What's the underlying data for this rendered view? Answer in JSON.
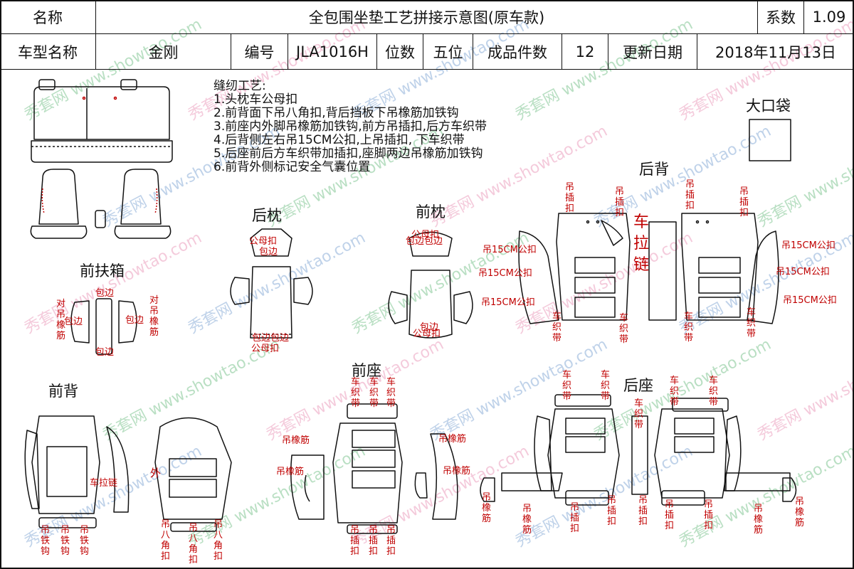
{
  "header": {
    "name_label": "名称",
    "doc_title": "全包围坐垫工艺拼接示意图(原车款)",
    "coef_label": "系数",
    "coef_value": "1.09",
    "model_label": "车型名称",
    "model_value": "金刚",
    "code_label": "编号",
    "code_value": "JLA1016H",
    "seats_label": "位数",
    "seats_value": "五位",
    "pieces_label": "成品件数",
    "pieces_value": "12",
    "date_label": "更新日期",
    "date_value": "2018年11月13日"
  },
  "notes": {
    "heading": "缝纫工艺:",
    "items": [
      "1.头枕车公母扣",
      "2.前背面下吊八角扣,背后挡板下吊橡筋加铁钩",
      "3.前座内外脚吊橡筋加铁钩,前方吊插扣,后方车织带",
      "4.后背侧左右吊15CM公扣,上吊插扣, 下车织带",
      "5.后座前后方车织带加插扣,座脚两边吊橡筋加铁钩",
      "6.前背外侧标记安全气囊位置"
    ]
  },
  "sections": {
    "big_pocket": "大口袋",
    "rear_back": "后背",
    "rear_pillow": "后枕",
    "front_pillow": "前枕",
    "front_armrest": "前扶箱",
    "front_back": "前背",
    "front_seat": "前座",
    "rear_seat": "后座"
  },
  "labels": {
    "male_female_snap": "公母扣",
    "edge_binding": "包边",
    "edge_binding_pair": "包边包边",
    "opposite_elastic": "对吊橡筋",
    "elastic": "吊橡筋",
    "strap": "车织带",
    "hook_buckle": "吊插扣",
    "hook_iron": "吊铁钩",
    "octagon_buckle": "吊八角扣",
    "zipper": "车拉链",
    "zipper_h": "车拉链",
    "snap_15cm": "吊15CM公扣",
    "outer": "外"
  },
  "watermarks": [
    "秀套网 www.showtao.com"
  ],
  "colors": {
    "label_red": "#c00000",
    "ink": "#111111",
    "wm_green": "#3aa655",
    "wm_pink": "#e06b9a",
    "wm_blue": "#4a7fc1"
  }
}
